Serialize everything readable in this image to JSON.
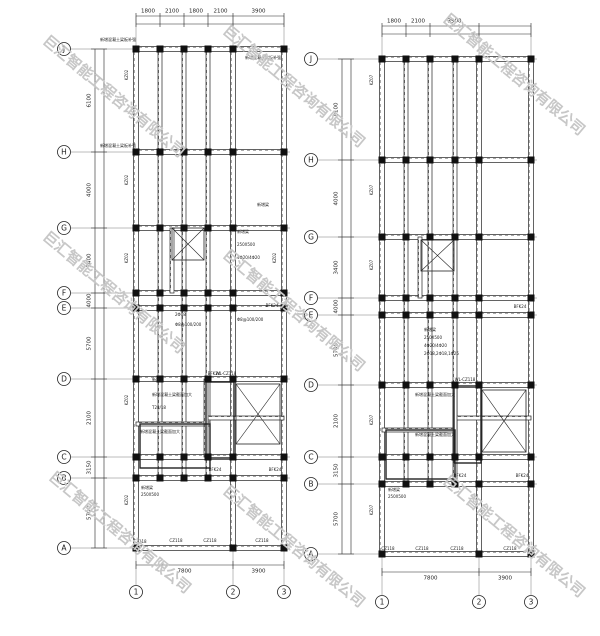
{
  "watermark_text": "巨汇智能工程咨询有限公司",
  "left_plan": {
    "top_dims": [
      "1800",
      "2100",
      "1800",
      "2100",
      "3900"
    ],
    "bottom_dims": [
      "7800",
      "3900"
    ],
    "left_dims": [
      "6100",
      "4000",
      "3400",
      "4000",
      "5700",
      "2100",
      "3150",
      "5700"
    ],
    "axes_rows": [
      "J",
      "H",
      "G",
      "F",
      "E",
      "D",
      "C",
      "B",
      "A"
    ],
    "axes_cols": [
      "1",
      "2",
      "3"
    ],
    "beam_labels": [
      "CZ118",
      "CZ118",
      "CZ118",
      "KZ02",
      "KZ02",
      "KZ02",
      "KZ02",
      "KZ02",
      "KZ02",
      "BFK24",
      "BFK24",
      "BFK24",
      "BFK24",
      "WL-CZ118",
      "CZ118"
    ],
    "notes": [
      "新增混凝土梁板补强",
      "新增混凝土梁板补强",
      "新增混凝土梁板补强",
      "新增梁",
      "新增梁",
      "新增梁",
      "250X500",
      "4Φ20/4Φ20",
      "Φ8@100/200",
      "新增混凝土梁截面加大",
      "新增混凝土梁截面加大",
      "T28/18",
      "2Φ18",
      "Φ8@100/200",
      "新增梁",
      "250X500"
    ]
  },
  "right_plan": {
    "top_dims": [
      "1800",
      "2100",
      "3900"
    ],
    "bottom_dims": [
      "7800",
      "3900"
    ],
    "left_dims": [
      "8100",
      "4000",
      "3400",
      "4000",
      "5700",
      "2100",
      "3150",
      "5700"
    ],
    "axes_rows": [
      "J",
      "H",
      "G",
      "F",
      "E",
      "D",
      "C",
      "B",
      "A"
    ],
    "axes_cols": [
      "1",
      "2",
      "3"
    ],
    "beam_labels": [
      "CZ118",
      "CZ118",
      "CZ118",
      "KZ07",
      "KZ07",
      "KZ07",
      "KZ07",
      "KZ07",
      "BFK24",
      "BFK24",
      "BFK24",
      "WL-CZ118",
      "CZ118"
    ],
    "notes": [
      "新增梁",
      "250X500",
      "4Φ20/4Φ20",
      "2Φ18,2Φ18,1Φ25",
      "新增混凝土梁截面加大",
      "新增混凝土梁截面加大",
      "新增梁",
      "250X500"
    ]
  }
}
